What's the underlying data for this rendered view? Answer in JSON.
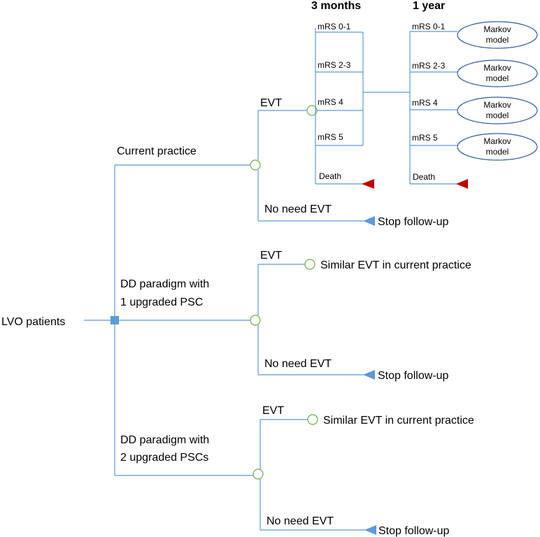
{
  "headers": {
    "three_months": "3 months",
    "one_year": "1 year"
  },
  "root": {
    "label": "LVO patients",
    "color": "#5b9bd5"
  },
  "arms": [
    {
      "label": "Current practice"
    },
    {
      "label_line1": "DD paradigm with",
      "label_line2": "1 upgraded PSC"
    },
    {
      "label_line1": "DD paradigm with",
      "label_line2": "2 upgraded PSCs"
    }
  ],
  "branch_labels": {
    "evt": "EVT",
    "no_need_evt": "No need EVT"
  },
  "terminals": {
    "stop": "Stop follow-up",
    "similar": "Similar EVT in current practice",
    "stop_color": "#5b9bd5",
    "death_color": "#c00000"
  },
  "states_3m": [
    "mRS 0-1",
    "mRS 2-3",
    "mRS 4",
    "mRS 5",
    "Death"
  ],
  "states_1y": [
    "mRS 0-1",
    "mRS 2-3",
    "mRS 4",
    "mRS 5",
    "Death"
  ],
  "markov": {
    "line1": "Markov",
    "line2": "model"
  },
  "colors": {
    "line": "#5b9bd5",
    "chance": "#70ad47",
    "ellipse": "#2e5f9e"
  }
}
